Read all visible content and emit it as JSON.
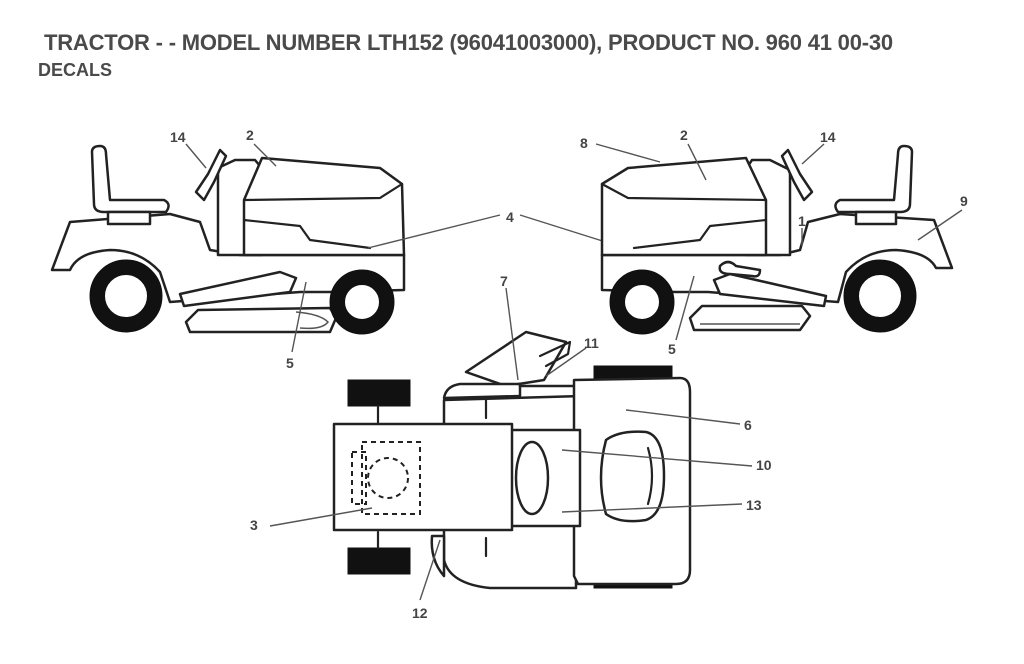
{
  "header": {
    "title": "TRACTOR - - MODEL NUMBER LTH152 (96041003000), PRODUCT NO. 960 41 00-30",
    "subtitle": "DECALS"
  },
  "callouts": {
    "left_view": [
      "14",
      "2",
      "4",
      "5"
    ],
    "right_view": [
      "8",
      "2",
      "14",
      "9",
      "1",
      "4",
      "5"
    ],
    "top_view": [
      "7",
      "11",
      "6",
      "10",
      "13",
      "3",
      "12"
    ]
  }
}
